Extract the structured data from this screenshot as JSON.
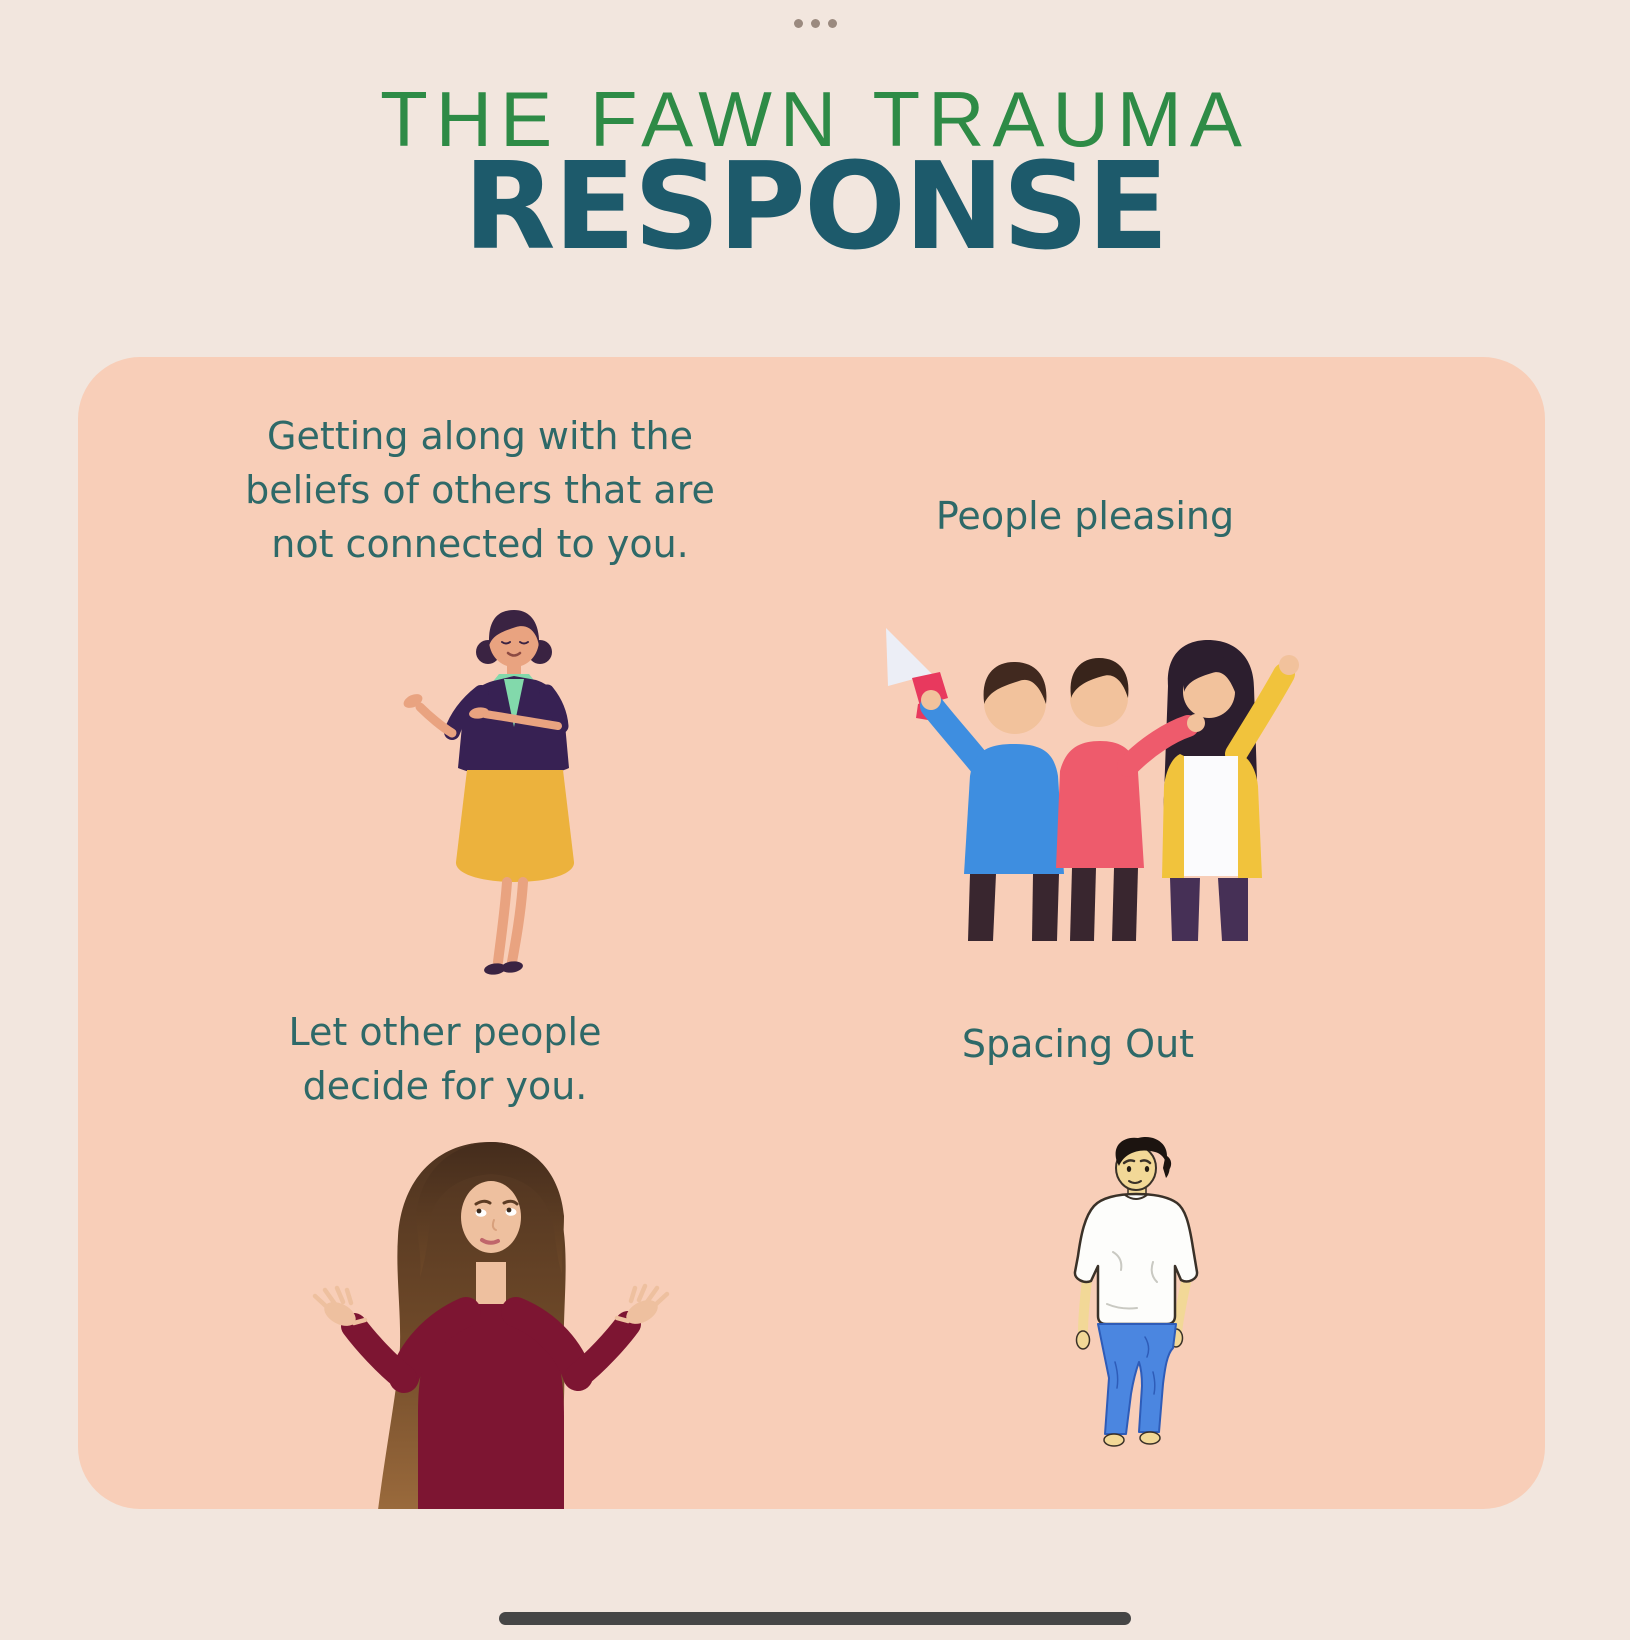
{
  "colors": {
    "background": "#f2e6de",
    "card_background": "#f8ceb8",
    "title_green": "#2e8b46",
    "title_teal": "#1d5a6b",
    "body_text_teal": "#2e6968",
    "ellipsis_gray": "#9b8a7f",
    "home_indicator": "#464646"
  },
  "title": {
    "line1": "THE FAWN TRAUMA",
    "line2": "RESPONSE"
  },
  "card": {
    "items": [
      {
        "name": "getting-along",
        "label": "Getting along with the beliefs of others that are not connected to you.",
        "lines": [
          "Getting along with the",
          "beliefs of others that are",
          "not connected to you."
        ],
        "illustration": "presenting-businesswoman-illustration"
      },
      {
        "name": "people-pleasing",
        "label": "People pleasing",
        "lines": [
          "People pleasing"
        ],
        "illustration": "three-friends-cheering-illustration"
      },
      {
        "name": "let-others-decide",
        "label": "Let other people decide for you.",
        "lines": [
          "Let other people",
          "decide for you."
        ],
        "illustration": "shrugging-woman-illustration"
      },
      {
        "name": "spacing-out",
        "label": "Spacing Out",
        "lines": [
          "Spacing Out"
        ],
        "illustration": "spaced-out-man-illustration"
      }
    ]
  },
  "system": {
    "ellipsis_menu": "ellipsis-menu-icon",
    "home_indicator": "home-indicator"
  }
}
